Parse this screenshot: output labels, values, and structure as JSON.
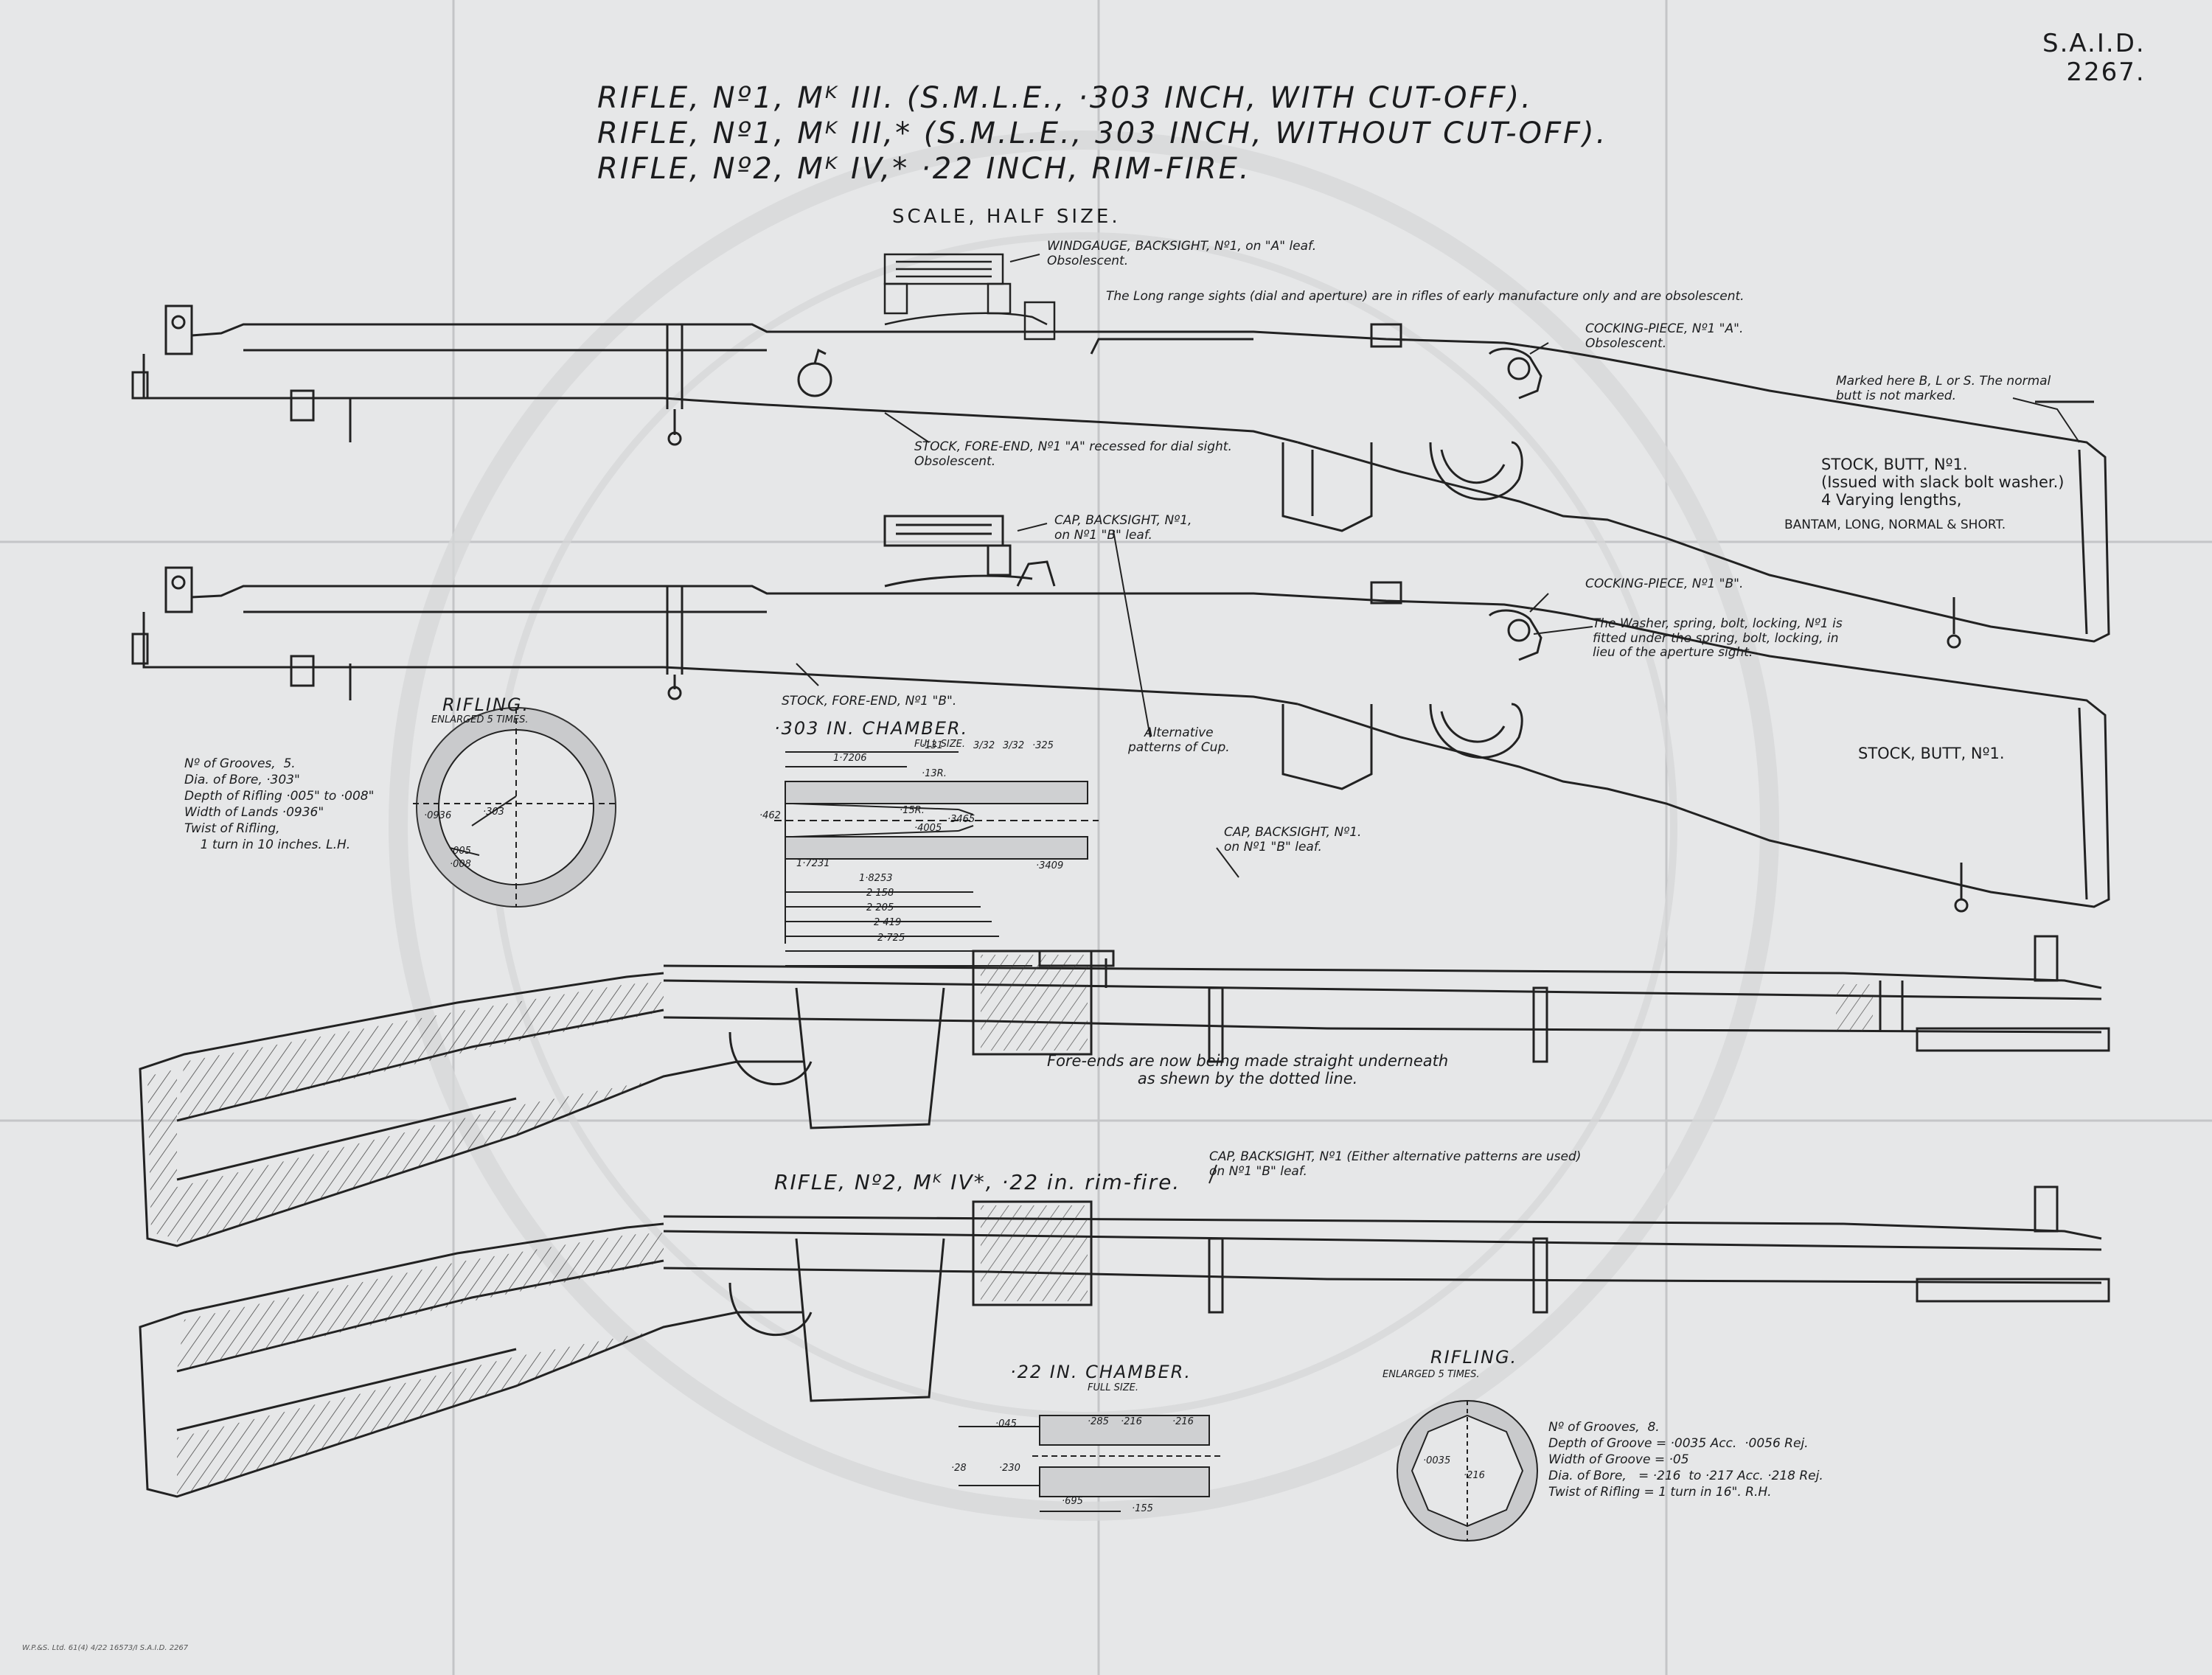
{
  "drawing_ref": "S.A.I.D.\n2267.",
  "titles": [
    "RIFLE, Nº1, Mᴷ III.  (S.M.L.E.,  ·303 INCH, WITH CUT-OFF).",
    "RIFLE, Nº1, Mᴷ III,*  (S.M.L.E.,  303 INCH, WITHOUT CUT-OFF).",
    "RIFLE, Nº2, Mᴷ IV,*   ·22 INCH, RIM-FIRE."
  ],
  "scale": "SCALE, HALF SIZE.",
  "callouts": {
    "windgauge": "WINDGAUGE, BACKSIGHT, Nº1, on \"A\" leaf.\nObsolescent.",
    "long_range": "The Long range sights (dial and aperture) are in rifles of early manufacture only and are obsolescent.",
    "cocking_a": "COCKING-PIECE, Nº1 \"A\".\nObsolescent.",
    "marked": "Marked here B, L or S. The normal\nbutt is not marked.",
    "stock_fore_a": "STOCK, FORE-END, Nº1 \"A\" recessed for dial sight.\nObsolescent.",
    "stock_butt_1": "STOCK, BUTT, Nº1.\n(Issued with slack bolt washer.)\n4 Varying lengths,",
    "lengths": "BANTAM, LONG, NORMAL & SHORT.",
    "cap_b": "CAP, BACKSIGHT, Nº1,\non Nº1 \"B\" leaf.",
    "cocking_b": "COCKING-PIECE, Nº1 \"B\".",
    "washer": "The Washer, spring, bolt, locking, Nº1 is\nfitted under the spring, bolt, locking, in\nlieu of the aperture sight.",
    "stock_fore_b": "STOCK, FORE-END, Nº1 \"B\".",
    "stock_butt_2": "STOCK, BUTT, Nº1.",
    "alt_cup": "Alternative\npatterns of Cup.",
    "cap_b2": "CAP, BACKSIGHT, Nº1.\non Nº1 \"B\" leaf.",
    "fore_ends": "Fore-ends are now being made straight underneath\nas shewn by the dotted line.",
    "rifle2": "RIFLE, Nº2, Mᴷ IV*, ·22 in. rim-fire.",
    "cap_either": "CAP, BACKSIGHT, Nº1 (Either alternative patterns are used)\non Nº1 \"B\" leaf."
  },
  "rifling_303": {
    "title": "RIFLING.",
    "sub": "ENLARGED 5 TIMES.",
    "notes": "Nº of Grooves,  5.\nDia. of Bore, ·303\"\nDepth of Rifling ·005\" to ·008\"\nWidth of Lands ·0936\"\nTwist of Rifling,\n    1 turn in 10 inches. L.H.",
    "labels": [
      "·0936",
      "·303",
      "·005",
      "·008"
    ]
  },
  "chamber_303": {
    "title": "·303 IN.  CHAMBER.",
    "sub": "FULL SIZE.",
    "dims": [
      "1·7206",
      "·131",
      "·13R.",
      "3/32",
      "3/32",
      "·325",
      "·462",
      "·15R.",
      "·4005",
      "·3465",
      "1·7231",
      "1·8253",
      "2·158",
      "2·205",
      "2·419",
      "2·725",
      "·3409"
    ]
  },
  "chamber_22": {
    "title": "·22 IN.  CHAMBER.",
    "sub": "FULL SIZE.",
    "dims": [
      "·045",
      "·285",
      "·216",
      "·216",
      "·28",
      "·230",
      "·695",
      "·155"
    ]
  },
  "rifling_22": {
    "title": "RIFLING.",
    "sub": "ENLARGED 5 TIMES.",
    "notes": "Nº of Grooves,  8.\nDepth of Groove = ·0035 Acc.  ·0056 Rej.\nWidth of Groove = ·05\nDia. of Bore,   = ·216  to ·217 Acc. ·218 Rej.\nTwist of Rifling = 1 turn in 16\". R.H.",
    "labels": [
      "·0035",
      "·216"
    ]
  },
  "imprint": "W.P.&S. Ltd. 61(4) 4/22  16573/I  S.A.I.D.  2267"
}
